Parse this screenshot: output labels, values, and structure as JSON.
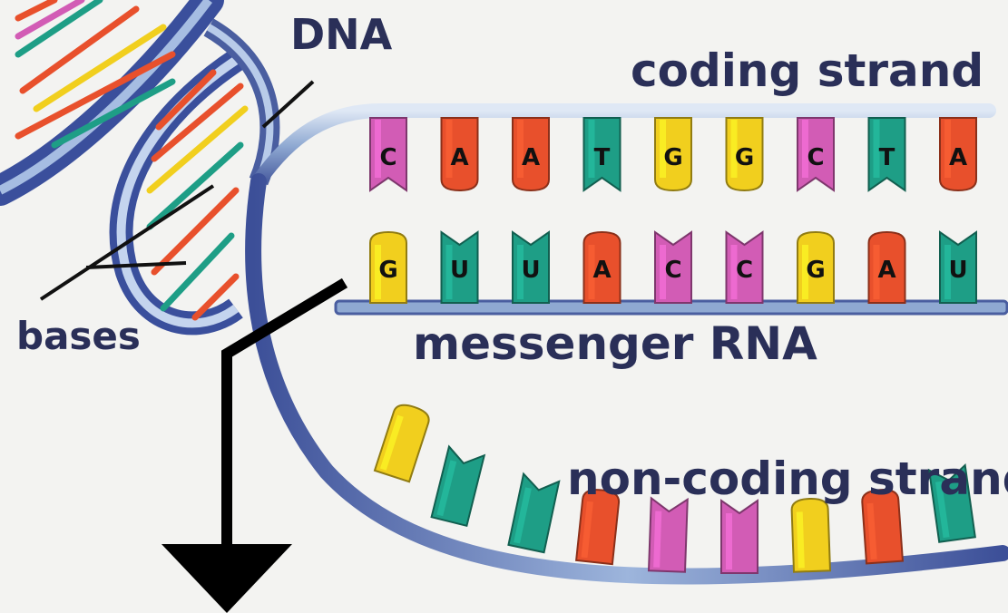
{
  "labels": {
    "dna": "DNA",
    "coding_strand": "coding strand",
    "bases": "bases",
    "messenger_rna": "messenger RNA",
    "non_coding_strand": "non-coding strand"
  },
  "coding_strand_bases": [
    "C",
    "A",
    "A",
    "T",
    "G",
    "G",
    "C",
    "T",
    "A"
  ],
  "mrna_bases": [
    "G",
    "U",
    "U",
    "A",
    "C",
    "C",
    "G",
    "A",
    "U"
  ],
  "non_coding_strand_colors": [
    "yellow",
    "teal",
    "teal",
    "red",
    "pink",
    "pink",
    "yellow",
    "red",
    "teal"
  ],
  "base_colors": {
    "A": "#e8502c",
    "T": "#1e9e86",
    "G": "#f1cf1e",
    "C": "#d25cb5",
    "U": "#1e9e86"
  },
  "palette": {
    "yellow": "#f1cf1e",
    "teal": "#1e9e86",
    "red": "#e8502c",
    "pink": "#d25cb5",
    "backbone": "#8fa9d2",
    "backbone_dark": "#4a5ea0",
    "arrow": "#000000",
    "label": "#2a2f58"
  }
}
